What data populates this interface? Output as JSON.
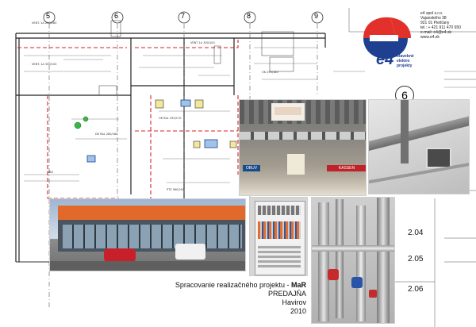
{
  "company": {
    "name": "e4 spol s.r.o.",
    "street": "Vajanského 38",
    "city": "921 01 Piešťany",
    "phone": "tel.: + 421 911 470 650",
    "email": "e-mail: e4@e4.sk",
    "web": "www.e4.sk",
    "logo_mark": "e4",
    "logo_tag1": "stavebné",
    "logo_tag2": "elektro",
    "logo_tag3": "projekty"
  },
  "caption": {
    "line1_prefix": "Spracovanie realizačného projektu - ",
    "line1_bold": "MaR",
    "line2": "PREDAJŇA",
    "line3": "Havirov",
    "line4": "2010"
  },
  "grid_labels": [
    "5",
    "6",
    "7",
    "8",
    "9"
  ],
  "rooms": [
    "2.04",
    "2.05",
    "2.06"
  ],
  "photo_sign": "KASSEN",
  "photo_sign2": "OBUV",
  "side_marker": "6",
  "colors": {
    "logo_red": "#e2312b",
    "logo_blue": "#1f3f91",
    "store_orange": "#e16a2a",
    "duct_red": "#d81f26"
  }
}
